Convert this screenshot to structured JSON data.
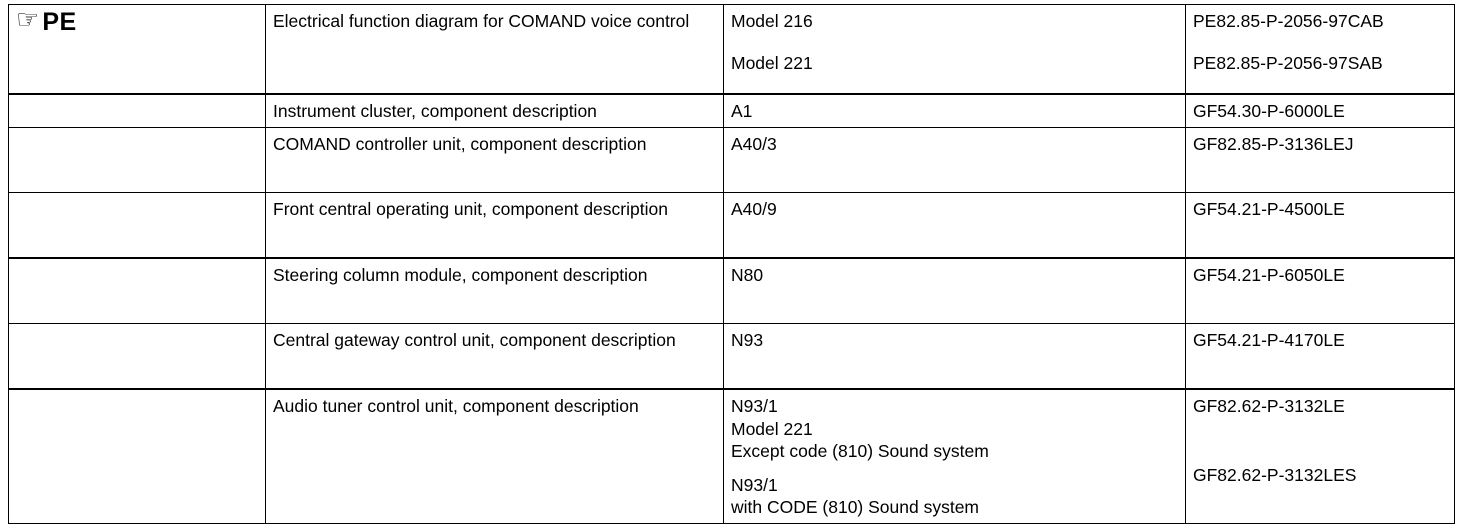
{
  "document": {
    "type": "service-reference-table",
    "marker": {
      "icon": "pointing-hand-icon",
      "glyph": "☞",
      "label": "PE"
    }
  },
  "table": {
    "columns": [
      "marker",
      "description",
      "identifier",
      "reference"
    ],
    "rows": [
      {
        "marker_icon": "pointing-hand-icon",
        "marker_label": "PE",
        "description_lines": [
          "Electrical function diagram for COMAND voice control"
        ],
        "identifier_lines": [
          "Model 216",
          "Model 221"
        ],
        "reference_lines": [
          "PE82.85-P-2056-97CAB",
          "PE82.85-P-2056-97SAB"
        ]
      },
      {
        "description_lines": [
          "Instrument cluster, component description"
        ],
        "identifier_lines": [
          "A1"
        ],
        "reference_lines": [
          "GF54.30-P-6000LE"
        ]
      },
      {
        "description_lines": [
          "COMAND controller unit, component description"
        ],
        "identifier_lines": [
          "A40/3"
        ],
        "reference_lines": [
          "GF82.85-P-3136LEJ"
        ]
      },
      {
        "description_lines": [
          "Front central operating unit, component description"
        ],
        "identifier_lines": [
          "A40/9"
        ],
        "reference_lines": [
          "GF54.21-P-4500LE"
        ]
      },
      {
        "description_lines": [
          "Steering column module, component description"
        ],
        "identifier_lines": [
          "N80"
        ],
        "reference_lines": [
          "GF54.21-P-6050LE"
        ]
      },
      {
        "description_lines": [
          "Central gateway control unit, component description"
        ],
        "identifier_lines": [
          "N93"
        ],
        "reference_lines": [
          "GF54.21-P-4170LE"
        ]
      },
      {
        "description_lines": [
          "Audio tuner control unit, component description"
        ],
        "identifier_lines": [
          "N93/1",
          "Model 221",
          "Except code (810) Sound system",
          "N93/1",
          "with CODE (810) Sound system"
        ],
        "reference_lines": [
          "GF82.62-P-3132LE",
          "GF82.62-P-3132LES"
        ]
      }
    ]
  },
  "colors": {
    "text": "#000000",
    "border": "#000000",
    "background": "#ffffff"
  }
}
